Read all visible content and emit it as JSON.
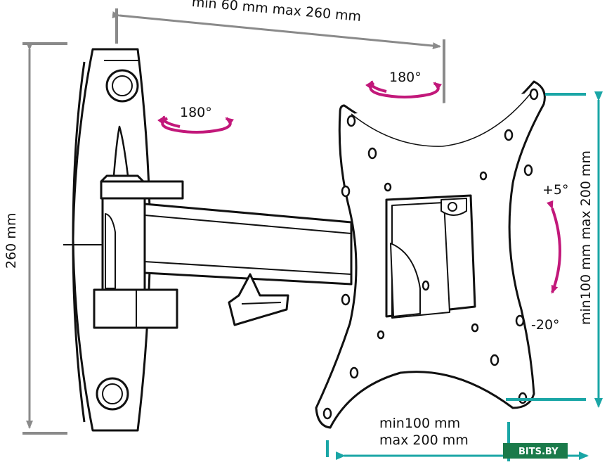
{
  "labels": {
    "top_width": "min 60 mm max 260 mm",
    "left_height": "260 mm",
    "rotation_top": "180°",
    "rotation_side": "180°",
    "tilt_up": "+5°",
    "tilt_down": "-20°",
    "vesa_vertical": "min100 mm max 200 mm",
    "vesa_horizontal_line1": "min100 mm",
    "vesa_horizontal_line2": "max 200 mm"
  },
  "watermark": {
    "text": "BITS.BY",
    "color": "#1a7a4a"
  },
  "colors": {
    "dimension_gray": "#8a8a8a",
    "rotation_magenta": "#c2187a",
    "vesa_teal": "#1aa6a6",
    "outline": "#111111"
  }
}
